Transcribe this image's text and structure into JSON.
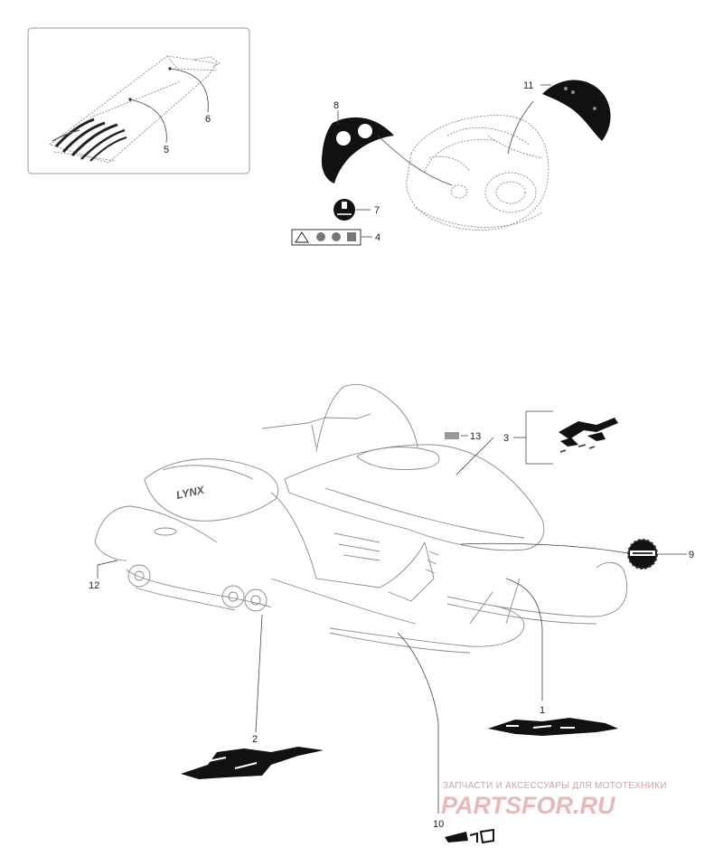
{
  "callouts": [
    {
      "id": "c1",
      "label": "1"
    },
    {
      "id": "c2",
      "label": "2"
    },
    {
      "id": "c3",
      "label": "3"
    },
    {
      "id": "c4",
      "label": "4"
    },
    {
      "id": "c5",
      "label": "5"
    },
    {
      "id": "c6",
      "label": "6"
    },
    {
      "id": "c7",
      "label": "7"
    },
    {
      "id": "c8",
      "label": "8"
    },
    {
      "id": "c9",
      "label": "9"
    },
    {
      "id": "c10",
      "label": "10"
    },
    {
      "id": "c11",
      "label": "11"
    },
    {
      "id": "c12",
      "label": "12"
    },
    {
      "id": "c13",
      "label": "13"
    }
  ],
  "brand_logo_text": "LYNX",
  "watermark": {
    "tagline": "ЗАПЧАСТИ И АКСЕССУАРЫ ДЛЯ МОТОТЕХНИКИ",
    "site": "PARTSFOR.RU"
  },
  "colors": {
    "line": "#444444",
    "outline": "#8a8a8a",
    "decal": "#111111",
    "watermark": "#e9b8b8"
  }
}
